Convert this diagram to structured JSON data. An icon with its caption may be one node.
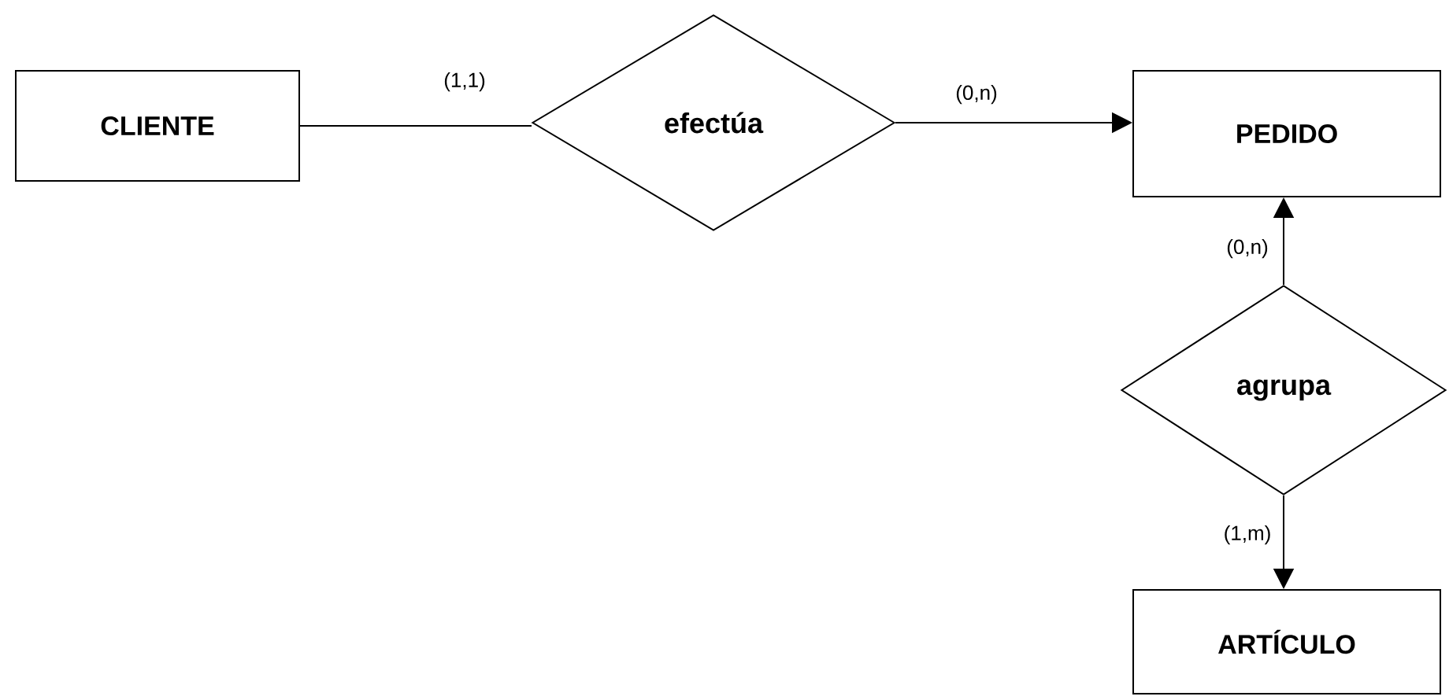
{
  "diagram": {
    "nodes": [
      {
        "text": [
          "CLIENTE"
        ]
      },
      {
        "text": [
          "efectúa"
        ]
      },
      {
        "text": [
          "PEDIDO"
        ]
      },
      {
        "text": [
          "agrupa"
        ]
      },
      {
        "text": [
          "ARTÍCULO"
        ]
      }
    ],
    "edges": [
      {
        "from": 0,
        "to": 1,
        "arrow": "none",
        "label": "(1,1)"
      },
      {
        "from": 1,
        "to": 2,
        "arrow": "to",
        "label": "(0,n)"
      },
      {
        "from": 3,
        "to": 2,
        "arrow": "to",
        "label": "(0,n)"
      },
      {
        "from": 3,
        "to": 4,
        "arrow": "to",
        "label": "(1,m)"
      }
    ]
  }
}
